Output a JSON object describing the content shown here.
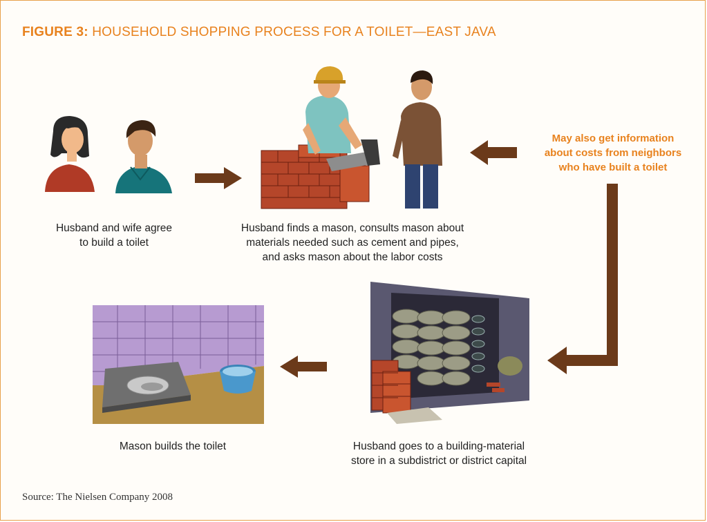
{
  "figure": {
    "label": "FIGURE 3:",
    "title": "HOUSEHOLD SHOPPING PROCESS FOR A TOILET—EAST JAVA"
  },
  "steps": [
    {
      "caption_lines": [
        "Husband and wife agree",
        "to build a toilet"
      ]
    },
    {
      "caption_lines": [
        "Husband finds a mason, consults mason about",
        "materials needed such as cement and pipes,",
        "and asks mason about the labor costs"
      ]
    },
    {
      "caption_lines": [
        "Husband goes to a building-material",
        "store in a subdistrict or district capital"
      ]
    },
    {
      "caption_lines": [
        "Mason builds the toilet"
      ]
    }
  ],
  "side_note": {
    "lines": [
      "May also get information",
      "about costs from neighbors",
      "who have built a toilet"
    ]
  },
  "source": "Source: The Nielsen Company 2008",
  "colors": {
    "accent": "#e8821e",
    "arrow": "#6b3a1a",
    "frame": "#e8a04a"
  }
}
